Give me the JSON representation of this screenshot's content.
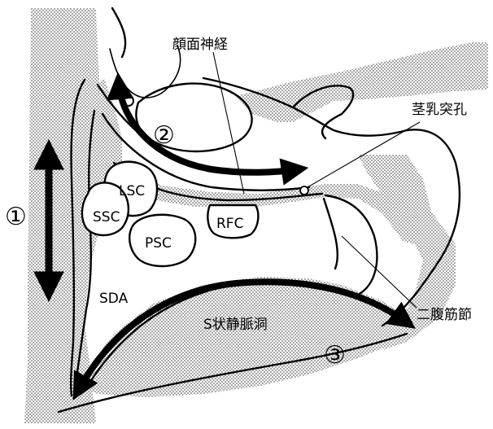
{
  "labels": {
    "facial_nerve": "顔面神経",
    "stylomastoid_foramen": "茎乳突孔",
    "digastric_ridge": "二腹筋節",
    "sigmoid_sinus": "S状静脈洞",
    "lsc": "LSC",
    "ssc": "SSC",
    "psc": "PSC",
    "rfc": "RFC",
    "sda": "SDA"
  },
  "markers": {
    "m1": "①",
    "m2": "②",
    "m3": "③"
  },
  "colors": {
    "ink": "#000000",
    "stipple": "#9a9a9a",
    "background": "#ffffff"
  }
}
